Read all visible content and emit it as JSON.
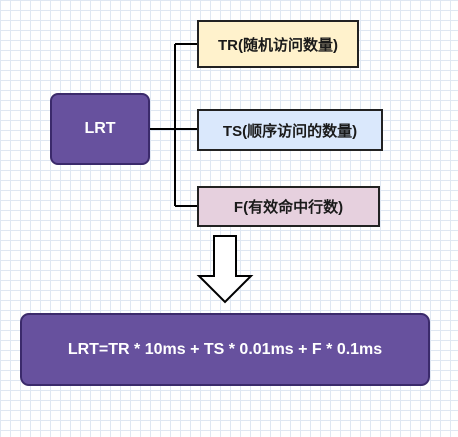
{
  "root": {
    "label": "LRT",
    "color": "#67519e"
  },
  "leaves": [
    {
      "key": "tr",
      "label": "TR(随机访问数量)",
      "color": "#fff2cc"
    },
    {
      "key": "ts",
      "label": "TS(顺序访问的数量)",
      "color": "#dae8fc"
    },
    {
      "key": "f",
      "label": "F(有效命中行数)",
      "color": "#e6d0de"
    }
  ],
  "formula": {
    "text": "LRT=TR * 10ms + TS * 0.01ms + F * 0.1ms",
    "color": "#67519e"
  }
}
